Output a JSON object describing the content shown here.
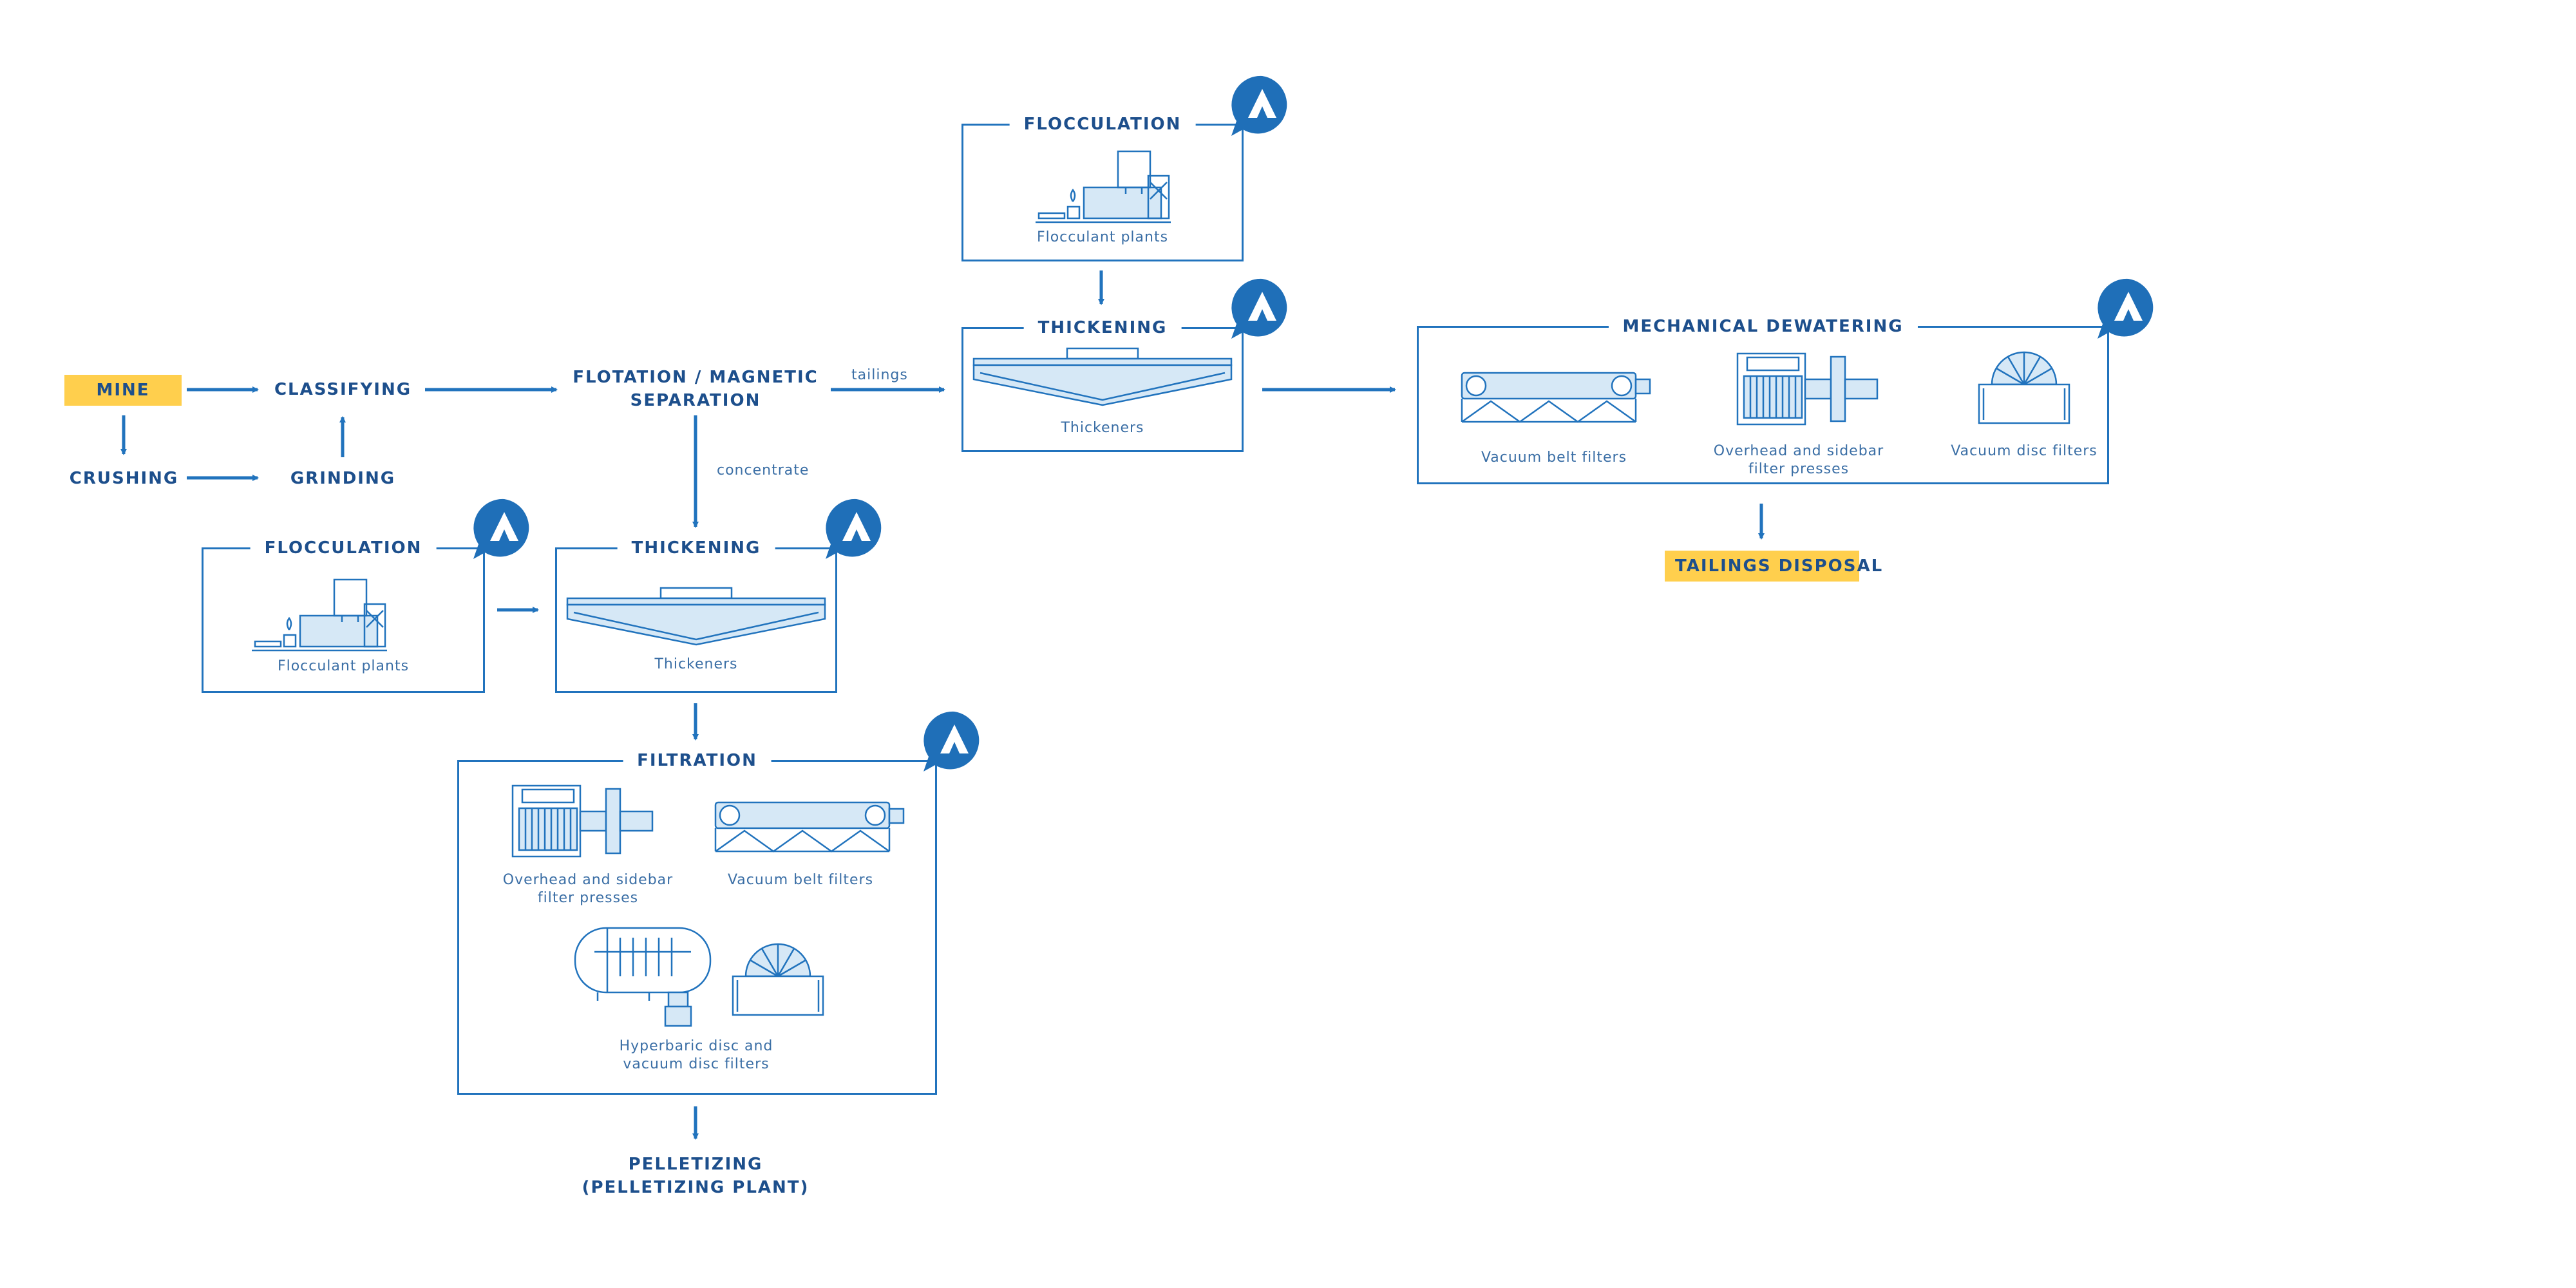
{
  "colors": {
    "primary": "#2173bd",
    "text": "#1d4f8c",
    "highlight": "#ffcf4d",
    "fill_light": "#d6e8f6"
  },
  "nodes": {
    "mine": "MINE",
    "crushing": "CRUSHING",
    "classifying": "CLASSIFYING",
    "grinding": "GRINDING",
    "flotation_line1": "FLOTATION / MAGNETIC",
    "flotation_line2": "SEPARATION",
    "pelletizing_line1": "PELLETIZING",
    "pelletizing_line2": "(PELLETIZING PLANT)",
    "tailings_disposal": "TAILINGS DISPOSAL"
  },
  "edge_labels": {
    "tailings": "tailings",
    "concentrate": "concentrate"
  },
  "boxes": {
    "flocculation_top": {
      "title": "FLOCCULATION",
      "caption": "Flocculant plants"
    },
    "thickening_top": {
      "title": "THICKENING",
      "caption": "Thickeners"
    },
    "mechanical_dewatering": {
      "title": "MECHANICAL DEWATERING",
      "items": [
        {
          "caption_line1": "Vacuum belt filters",
          "caption_line2": ""
        },
        {
          "caption_line1": "Overhead and sidebar",
          "caption_line2": "filter presses"
        },
        {
          "caption_line1": "Vacuum disc filters",
          "caption_line2": ""
        }
      ]
    },
    "flocculation_bottom": {
      "title": "FLOCCULATION",
      "caption": "Flocculant plants"
    },
    "thickening_bottom": {
      "title": "THICKENING",
      "caption": "Thickeners"
    },
    "filtration": {
      "title": "FILTRATION",
      "items": [
        {
          "caption_line1": "Overhead and sidebar",
          "caption_line2": "filter presses"
        },
        {
          "caption_line1": "Vacuum belt filters",
          "caption_line2": ""
        },
        {
          "caption_line1": "Hyperbaric disc and",
          "caption_line2": "vacuum disc filters"
        }
      ]
    }
  },
  "icons": [
    "brand-logo-icon",
    "flocculant-plant-icon",
    "thickener-icon",
    "vacuum-belt-filter-icon",
    "filter-press-icon",
    "vacuum-disc-filter-icon",
    "hyperbaric-disc-filter-icon",
    "arrow-icon"
  ]
}
